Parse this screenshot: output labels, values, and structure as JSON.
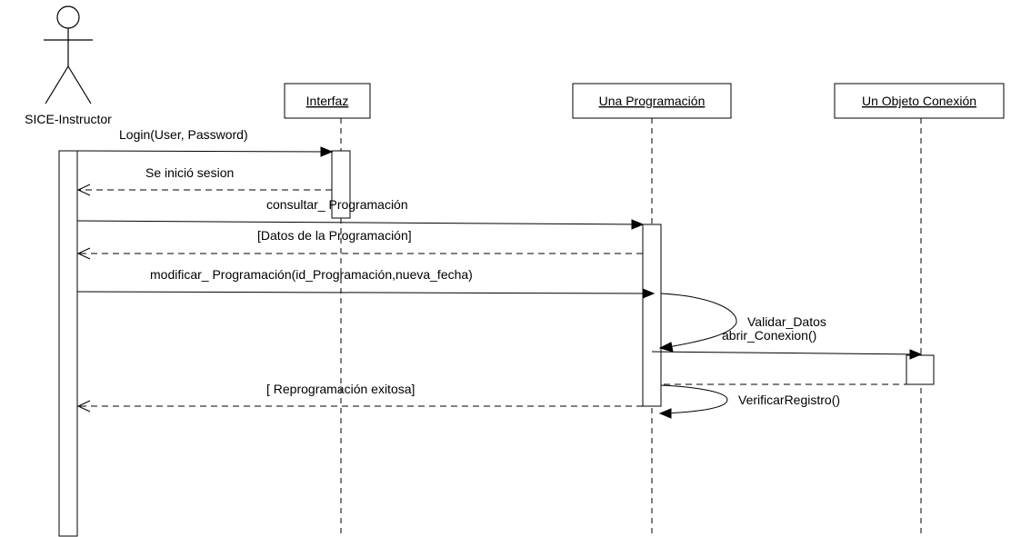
{
  "actor": {
    "name": "SICE-Instructor"
  },
  "lifelines": [
    {
      "id": "interfaz",
      "label": "Interfaz"
    },
    {
      "id": "programacion",
      "label": "Una Programación"
    },
    {
      "id": "conexion",
      "label": "Un Objeto Conexión"
    }
  ],
  "messages": {
    "login": "Login(User, Password)",
    "sesion": "Se inició sesion",
    "consultar": "consultar_ Programación",
    "datos": "[Datos de la Programación]",
    "modificar": "modificar_ Programación(id_Programación,nueva_fecha)",
    "validar": "Validar_Datos",
    "abrir": "abrir_Conexion()",
    "reprogramacion": "[ Reprogramación exitosa]",
    "verificar": "VerificarRegistro()"
  }
}
